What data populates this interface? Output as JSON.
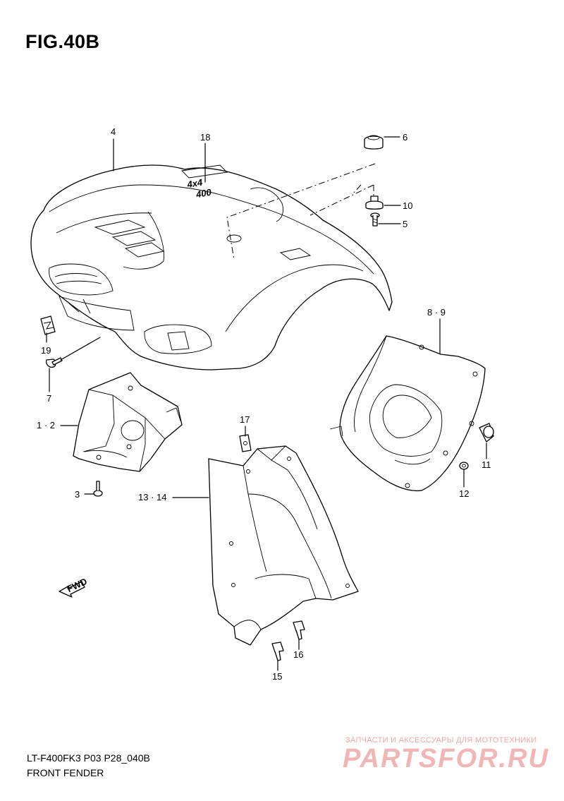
{
  "figure": {
    "title": "FIG.40B"
  },
  "footer": {
    "model_code": "LT-F400FK3 P03 P28_040B",
    "section_name": "FRONT FENDER"
  },
  "watermark": {
    "tagline": "ЗАПЧАСТИ И АКСЕССУАРЫ ДЛЯ МОТОТЕХНИКИ",
    "logo_text": "PARTSFOR.RU"
  },
  "decal_text": {
    "main": "4x4",
    "sub": "400"
  },
  "direction_label": "FWD",
  "callouts": [
    {
      "id": "4",
      "label": "4"
    },
    {
      "id": "18",
      "label": "18"
    },
    {
      "id": "6",
      "label": "6"
    },
    {
      "id": "10",
      "label": "10"
    },
    {
      "id": "5",
      "label": "5"
    },
    {
      "id": "19",
      "label": "19"
    },
    {
      "id": "7",
      "label": "7"
    },
    {
      "id": "8-9",
      "label": "8 · 9"
    },
    {
      "id": "1-2",
      "label": "1 · 2"
    },
    {
      "id": "17",
      "label": "17"
    },
    {
      "id": "11",
      "label": "11"
    },
    {
      "id": "12",
      "label": "12"
    },
    {
      "id": "3",
      "label": "3"
    },
    {
      "id": "13-14",
      "label": "13 · 14"
    },
    {
      "id": "16",
      "label": "16"
    },
    {
      "id": "15",
      "label": "15"
    }
  ]
}
